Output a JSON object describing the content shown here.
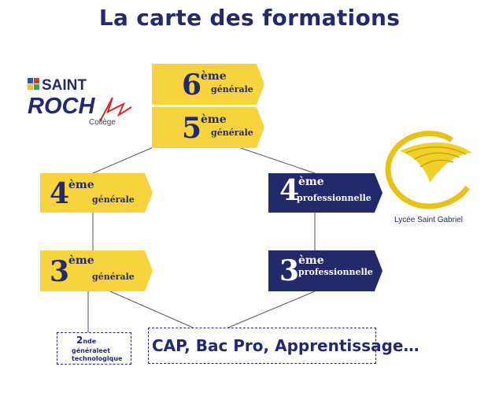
{
  "title": "La carte des formations",
  "logos": {
    "saint_roch": {
      "line1": "SAINT",
      "line2": "ROCH",
      "line3": "Collège"
    },
    "lycee": {
      "caption": "Lycée Saint Gabriel"
    }
  },
  "levels": {
    "sixieme": {
      "num": "6",
      "sup": "ème",
      "sub": "générale"
    },
    "cinquieme": {
      "num": "5",
      "sup": "ème",
      "sub": "générale"
    },
    "quatrieme_gen": {
      "num": "4",
      "sup": "ème",
      "sub": "générale"
    },
    "troisieme_gen": {
      "num": "3",
      "sup": "ème",
      "sub": "générale"
    },
    "quatrieme_pro": {
      "num": "4",
      "sup": "ème",
      "sub": "professionnelle"
    },
    "troisieme_pro": {
      "num": "3",
      "sup": "ème",
      "sub": "professionnelle"
    }
  },
  "outcomes": {
    "seconde": {
      "line1": "2",
      "line1_sup": "nde",
      "line2": "généraleet",
      "line3": "technologique"
    },
    "pro": {
      "text": "CAP, Bac Pro, Apprentissage…"
    }
  },
  "colors": {
    "yellow": "#f7d43e",
    "navy": "#232a6b",
    "gold": "#e8c21a"
  }
}
